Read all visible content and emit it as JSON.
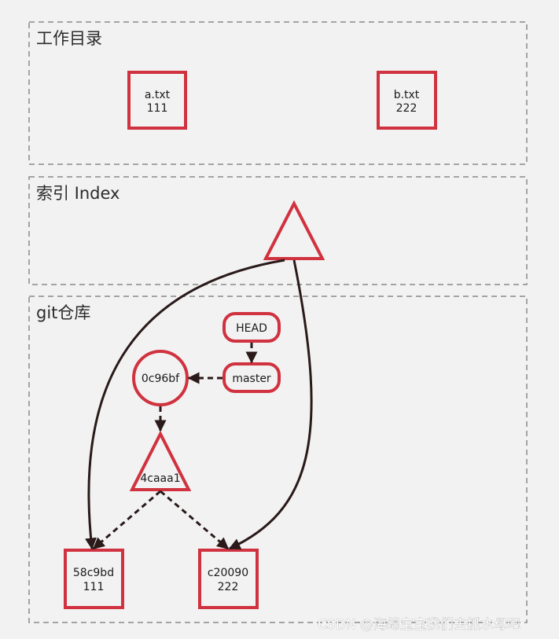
{
  "sections": {
    "working_dir": {
      "title": "工作目录"
    },
    "index": {
      "title": "索引 Index"
    },
    "repo": {
      "title": "git仓库"
    }
  },
  "working_files": [
    {
      "name": "a.txt",
      "content": "111"
    },
    {
      "name": "b.txt",
      "content": "222"
    }
  ],
  "repo": {
    "head": "HEAD",
    "branch": "master",
    "commit": "0c96bf",
    "tree": "4caaa1",
    "blobs": [
      {
        "id": "58c9bd",
        "content": "111"
      },
      {
        "id": "c20090",
        "content": "222"
      }
    ]
  },
  "colors": {
    "node_stroke": "#d0323f",
    "arrow": "#2a1a1a",
    "section_border": "#8a8a8a"
  },
  "watermark": "CSDN @海绵宝宝我们去抓水母吧"
}
